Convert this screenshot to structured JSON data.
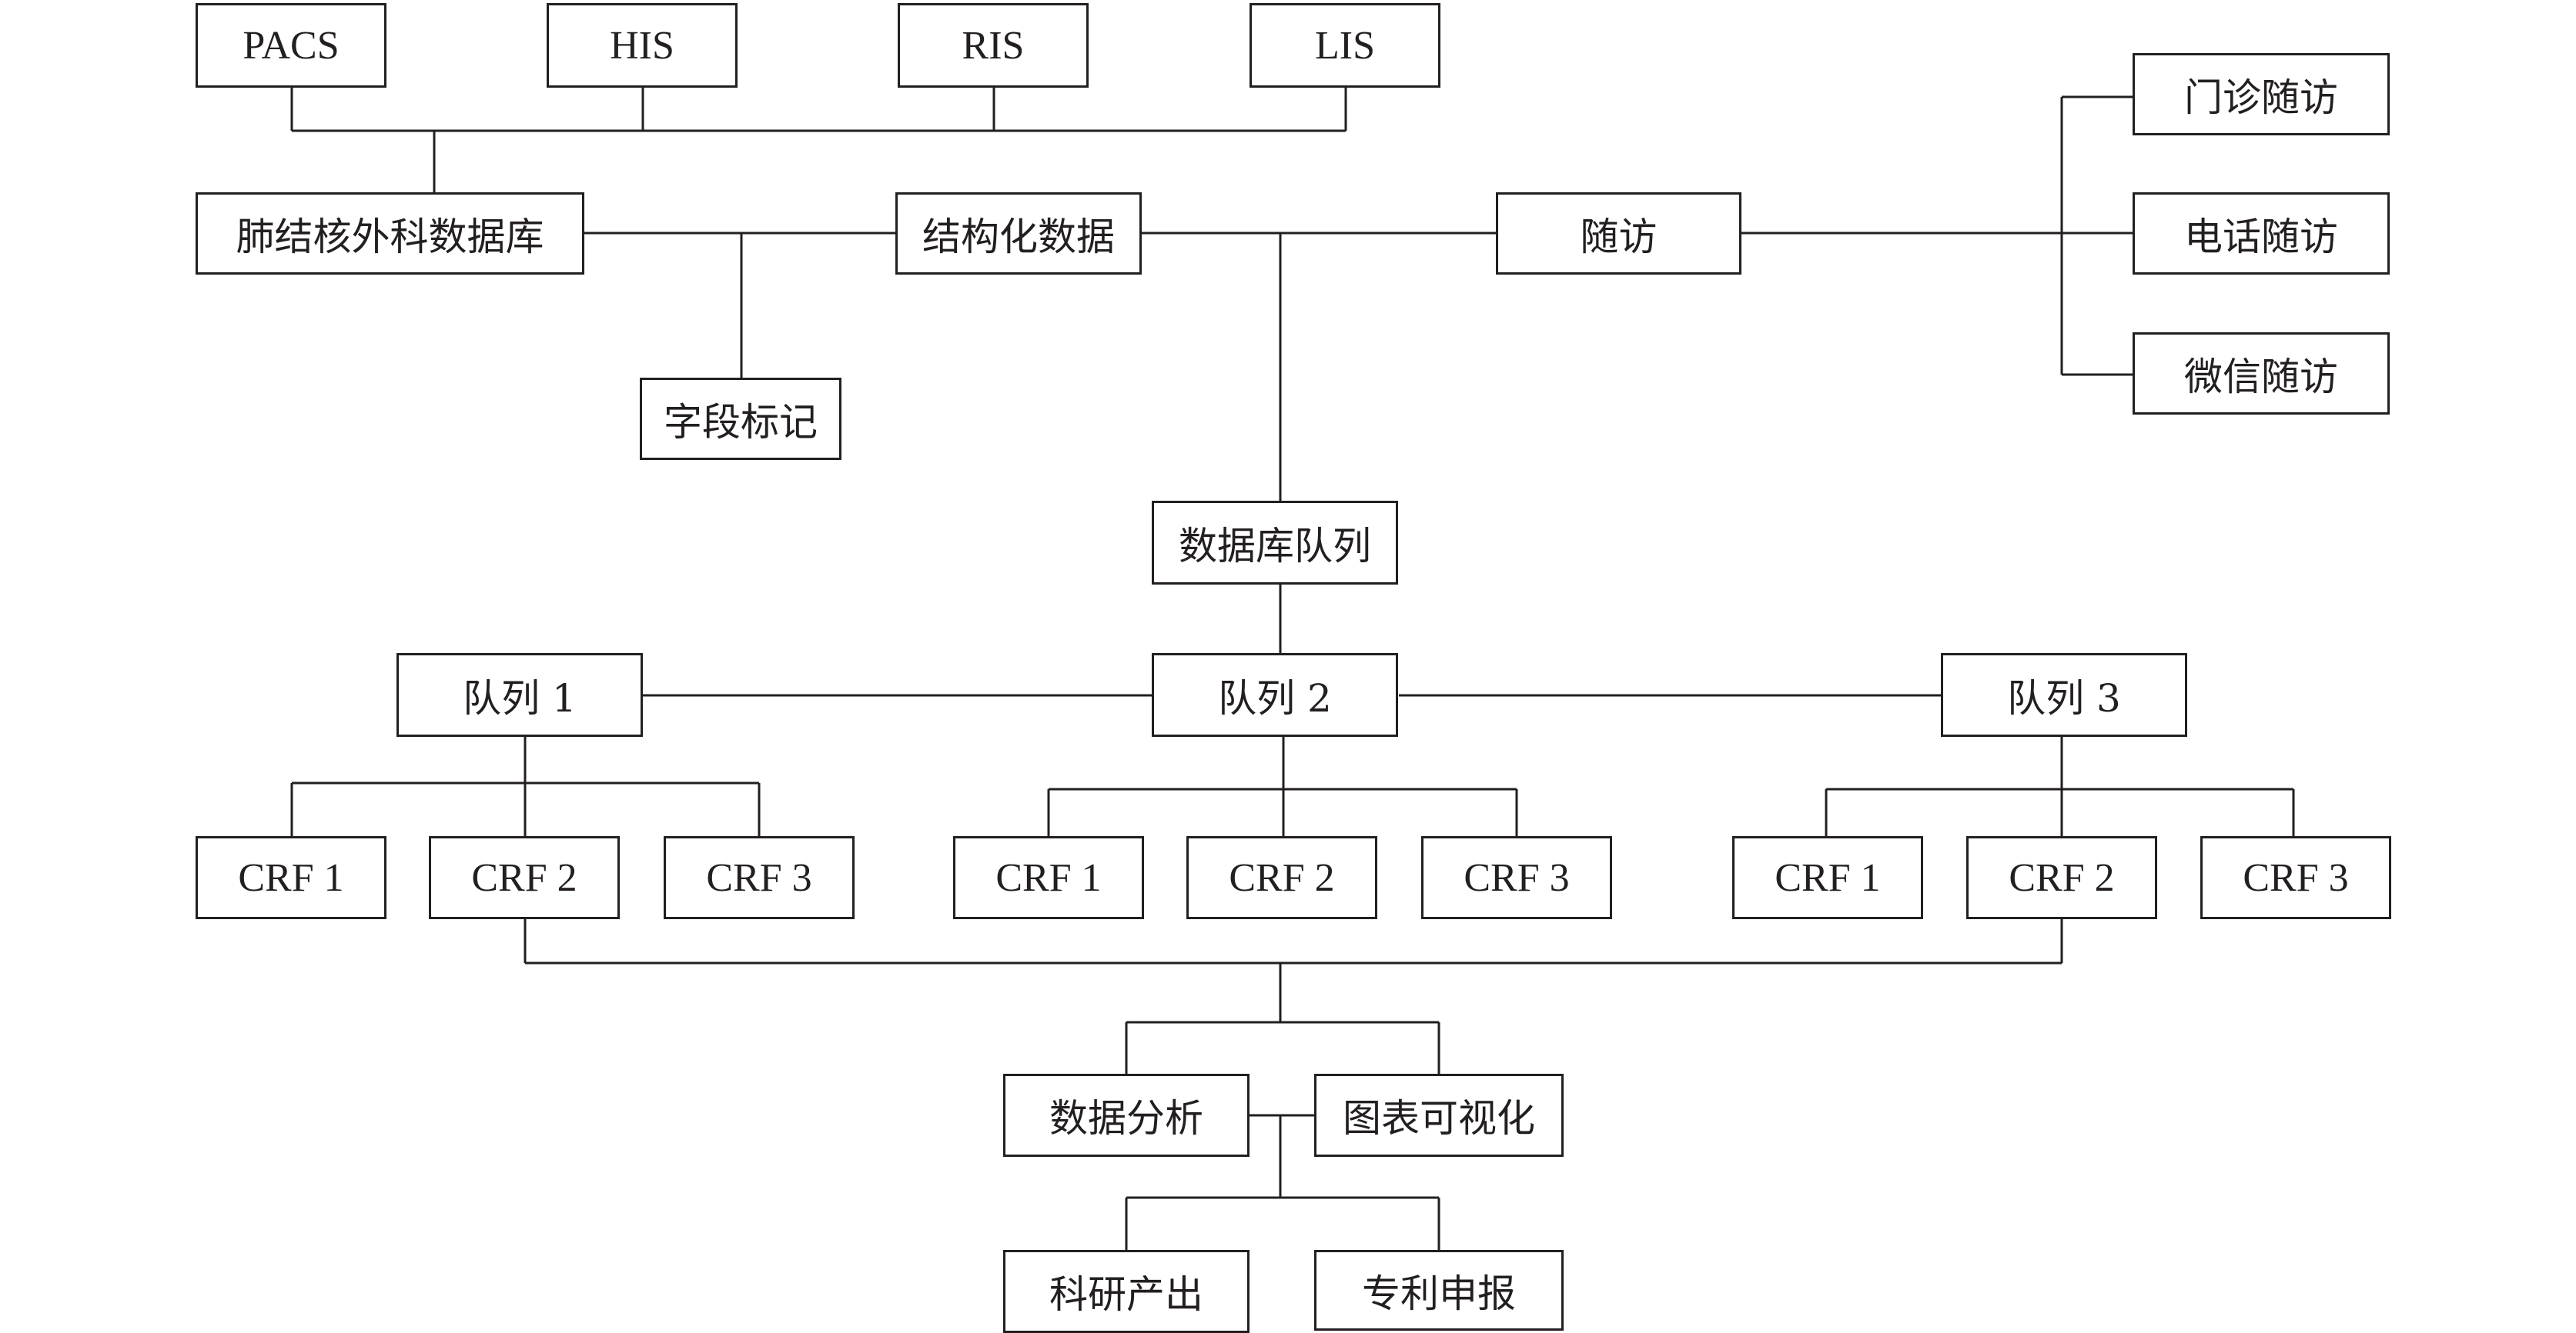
{
  "sources": {
    "pacs": "PACS",
    "his": "HIS",
    "ris": "RIS",
    "lis": "LIS"
  },
  "database": "肺结核外科数据库",
  "structured_data": "结构化数据",
  "field_marking": "字段标记",
  "followup": {
    "label": "随访",
    "clinic": "门诊随访",
    "phone": "电话随访",
    "wechat": "微信随访"
  },
  "cohort_queue": "数据库队列",
  "cohorts": [
    {
      "label": "队列 1",
      "crfs": [
        "CRF 1",
        "CRF 2",
        "CRF 3"
      ]
    },
    {
      "label": "队列 2",
      "crfs": [
        "CRF 1",
        "CRF 2",
        "CRF 3"
      ]
    },
    {
      "label": "队列 3",
      "crfs": [
        "CRF 1",
        "CRF 2",
        "CRF 3"
      ]
    }
  ],
  "outputs": {
    "data_analysis": "数据分析",
    "visualization": "图表可视化",
    "research_output": "科研产出",
    "patent": "专利申报"
  },
  "colors": {
    "line": "#231f20",
    "box_border": "#231f20",
    "background": "#ffffff"
  }
}
